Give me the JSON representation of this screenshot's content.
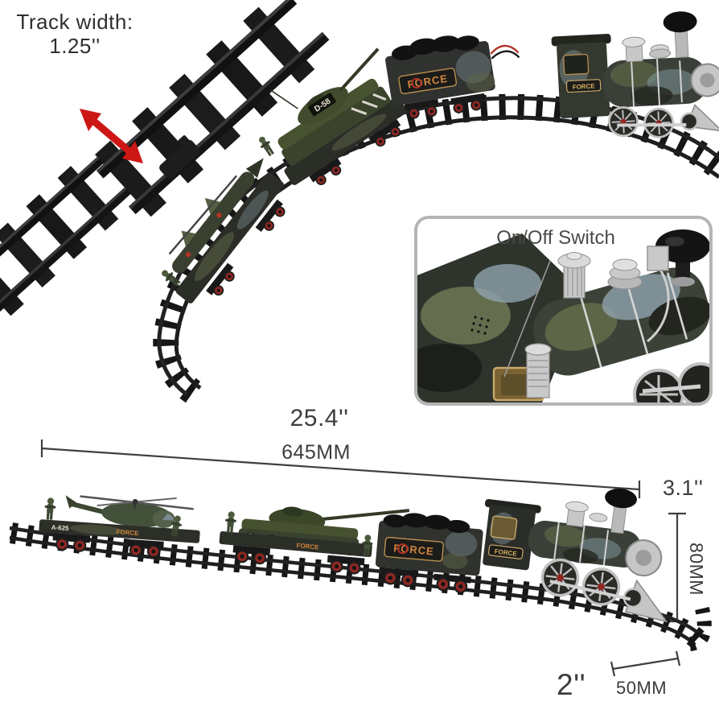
{
  "scene": "toy military camouflage train set product photo with dimension callouts",
  "notes": {
    "track_width_label": "Track width:",
    "track_width_value": "1.25''",
    "onoff_switch": "On/Off Switch"
  },
  "dimensions": {
    "length_in": "25.4''",
    "length_mm": "645MM",
    "height_in": "3.1''",
    "height_mm": "80MM",
    "gauge_in": "2''",
    "gauge_mm": "50MM"
  },
  "markings": {
    "force_logo": "FORCE",
    "tank_turret_id": "D-58",
    "flatcar_id": "A-625"
  },
  "colors": {
    "background": "#ffffff",
    "annotation_text": "#3c3c3c",
    "arrow_red": "#cc1715",
    "track_black": "#1b1b1b",
    "inset_border": "#b5b5b5",
    "camo_olive": "#5d6647",
    "camo_steel": "#8fa3ad",
    "camo_dark": "#23251f",
    "silver": "#c7c7c7",
    "wheel_red": "#8f2823",
    "force_orange": "#d0843c"
  }
}
